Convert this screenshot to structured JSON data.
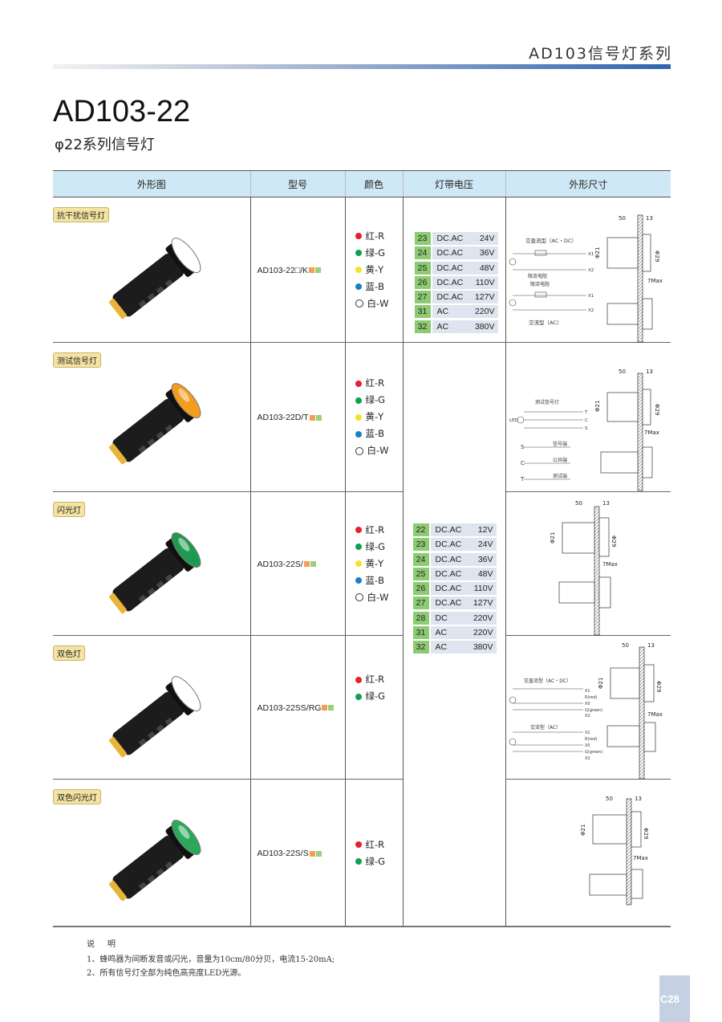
{
  "header": {
    "series_title": "AD103信号灯系列"
  },
  "page": {
    "title": "AD103-22",
    "subtitle": "φ22系列信号灯",
    "page_number": "C28"
  },
  "columns": [
    "外形图",
    "型号",
    "颜色",
    "灯带电压",
    "外形尺寸"
  ],
  "rows": [
    {
      "type": "抗干扰信号灯",
      "model": "AD103-22□/K",
      "lamp_color": "#ffffff",
      "colors": [
        {
          "label": "红-R",
          "dot": "#e8202a"
        },
        {
          "label": "绿-G",
          "dot": "#12a04a"
        },
        {
          "label": "黄-Y",
          "dot": "#f5e22b"
        },
        {
          "label": "蓝-B",
          "dot": "#1e7fc8"
        },
        {
          "label": "白-W",
          "dot": "#ffffff"
        }
      ]
    },
    {
      "type": "测试信号灯",
      "model": "AD103-22D/T",
      "lamp_color": "#f29d1f",
      "colors": [
        {
          "label": "红-R",
          "dot": "#e8202a"
        },
        {
          "label": "绿-G",
          "dot": "#12a04a"
        },
        {
          "label": "黄-Y",
          "dot": "#f5e22b"
        },
        {
          "label": "蓝-B",
          "dot": "#1e7fc8"
        },
        {
          "label": "白-W",
          "dot": "#ffffff"
        }
      ]
    },
    {
      "type": "闪光灯",
      "model": "AD103-22S/",
      "lamp_color": "#1e9a50",
      "colors": [
        {
          "label": "红-R",
          "dot": "#e8202a"
        },
        {
          "label": "绿-G",
          "dot": "#12a04a"
        },
        {
          "label": "黄-Y",
          "dot": "#f5e22b"
        },
        {
          "label": "蓝-B",
          "dot": "#1e7fc8"
        },
        {
          "label": "白-W",
          "dot": "#ffffff"
        }
      ]
    },
    {
      "type": "双色灯",
      "model": "AD103-22SS/RG",
      "lamp_color": "#ffffff",
      "colors": [
        {
          "label": "红-R",
          "dot": "#e8202a"
        },
        {
          "label": "绿-G",
          "dot": "#12a04a"
        }
      ]
    },
    {
      "type": "双色闪光灯",
      "model": "AD103-22S/S",
      "lamp_color": "#2aa95a",
      "colors": [
        {
          "label": "红-R",
          "dot": "#e8202a"
        },
        {
          "label": "绿-G",
          "dot": "#12a04a"
        }
      ]
    }
  ],
  "voltage_group_1": [
    {
      "code": "23",
      "type": "DC.AC",
      "volt": "24V"
    },
    {
      "code": "24",
      "type": "DC.AC",
      "volt": "36V"
    },
    {
      "code": "25",
      "type": "DC.AC",
      "volt": "48V"
    },
    {
      "code": "26",
      "type": "DC.AC",
      "volt": "110V"
    },
    {
      "code": "27",
      "type": "DC.AC",
      "volt": "127V"
    },
    {
      "code": "31",
      "type": "AC",
      "volt": "220V"
    },
    {
      "code": "32",
      "type": "AC",
      "volt": "380V"
    }
  ],
  "voltage_group_2": [
    {
      "code": "22",
      "type": "DC.AC",
      "volt": "12V"
    },
    {
      "code": "23",
      "type": "DC.AC",
      "volt": "24V"
    },
    {
      "code": "24",
      "type": "DC.AC",
      "volt": "36V"
    },
    {
      "code": "25",
      "type": "DC.AC",
      "volt": "48V"
    },
    {
      "code": "26",
      "type": "DC.AC",
      "volt": "110V"
    },
    {
      "code": "27",
      "type": "DC.AC",
      "volt": "127V"
    },
    {
      "code": "28",
      "type": "DC",
      "volt": "220V"
    },
    {
      "code": "31",
      "type": "AC",
      "volt": "220V"
    },
    {
      "code": "32",
      "type": "AC",
      "volt": "380V"
    }
  ],
  "dimensions": {
    "length": "50",
    "flange": "13",
    "dia_small": "Φ21",
    "dia_big": "Φ29",
    "panel": "7Max"
  },
  "circuit_labels": {
    "acdc": "交直流型（AC・DC）",
    "ac": "交流型（AC）",
    "res": "R",
    "limit": "限流电阻",
    "x1": "X1",
    "x2": "X2",
    "test": "测试信号灯",
    "s": "S",
    "c": "C",
    "t": "T",
    "led": "LED",
    "s_desc": "信号端",
    "c_desc": "公共端",
    "t_desc": "测试端",
    "acdc2": "交直流型（AC・DC）",
    "x0": "X0",
    "r_red": "R(red)",
    "g_green": "G(green)"
  },
  "notes": {
    "heading": "说明",
    "lines": [
      "1、蜂鸣器为间断发音或闪光，音量为10cm/80分贝，电流15-20mA;",
      "2、所有信号灯全部为纯色高亮度LED光源。"
    ]
  }
}
